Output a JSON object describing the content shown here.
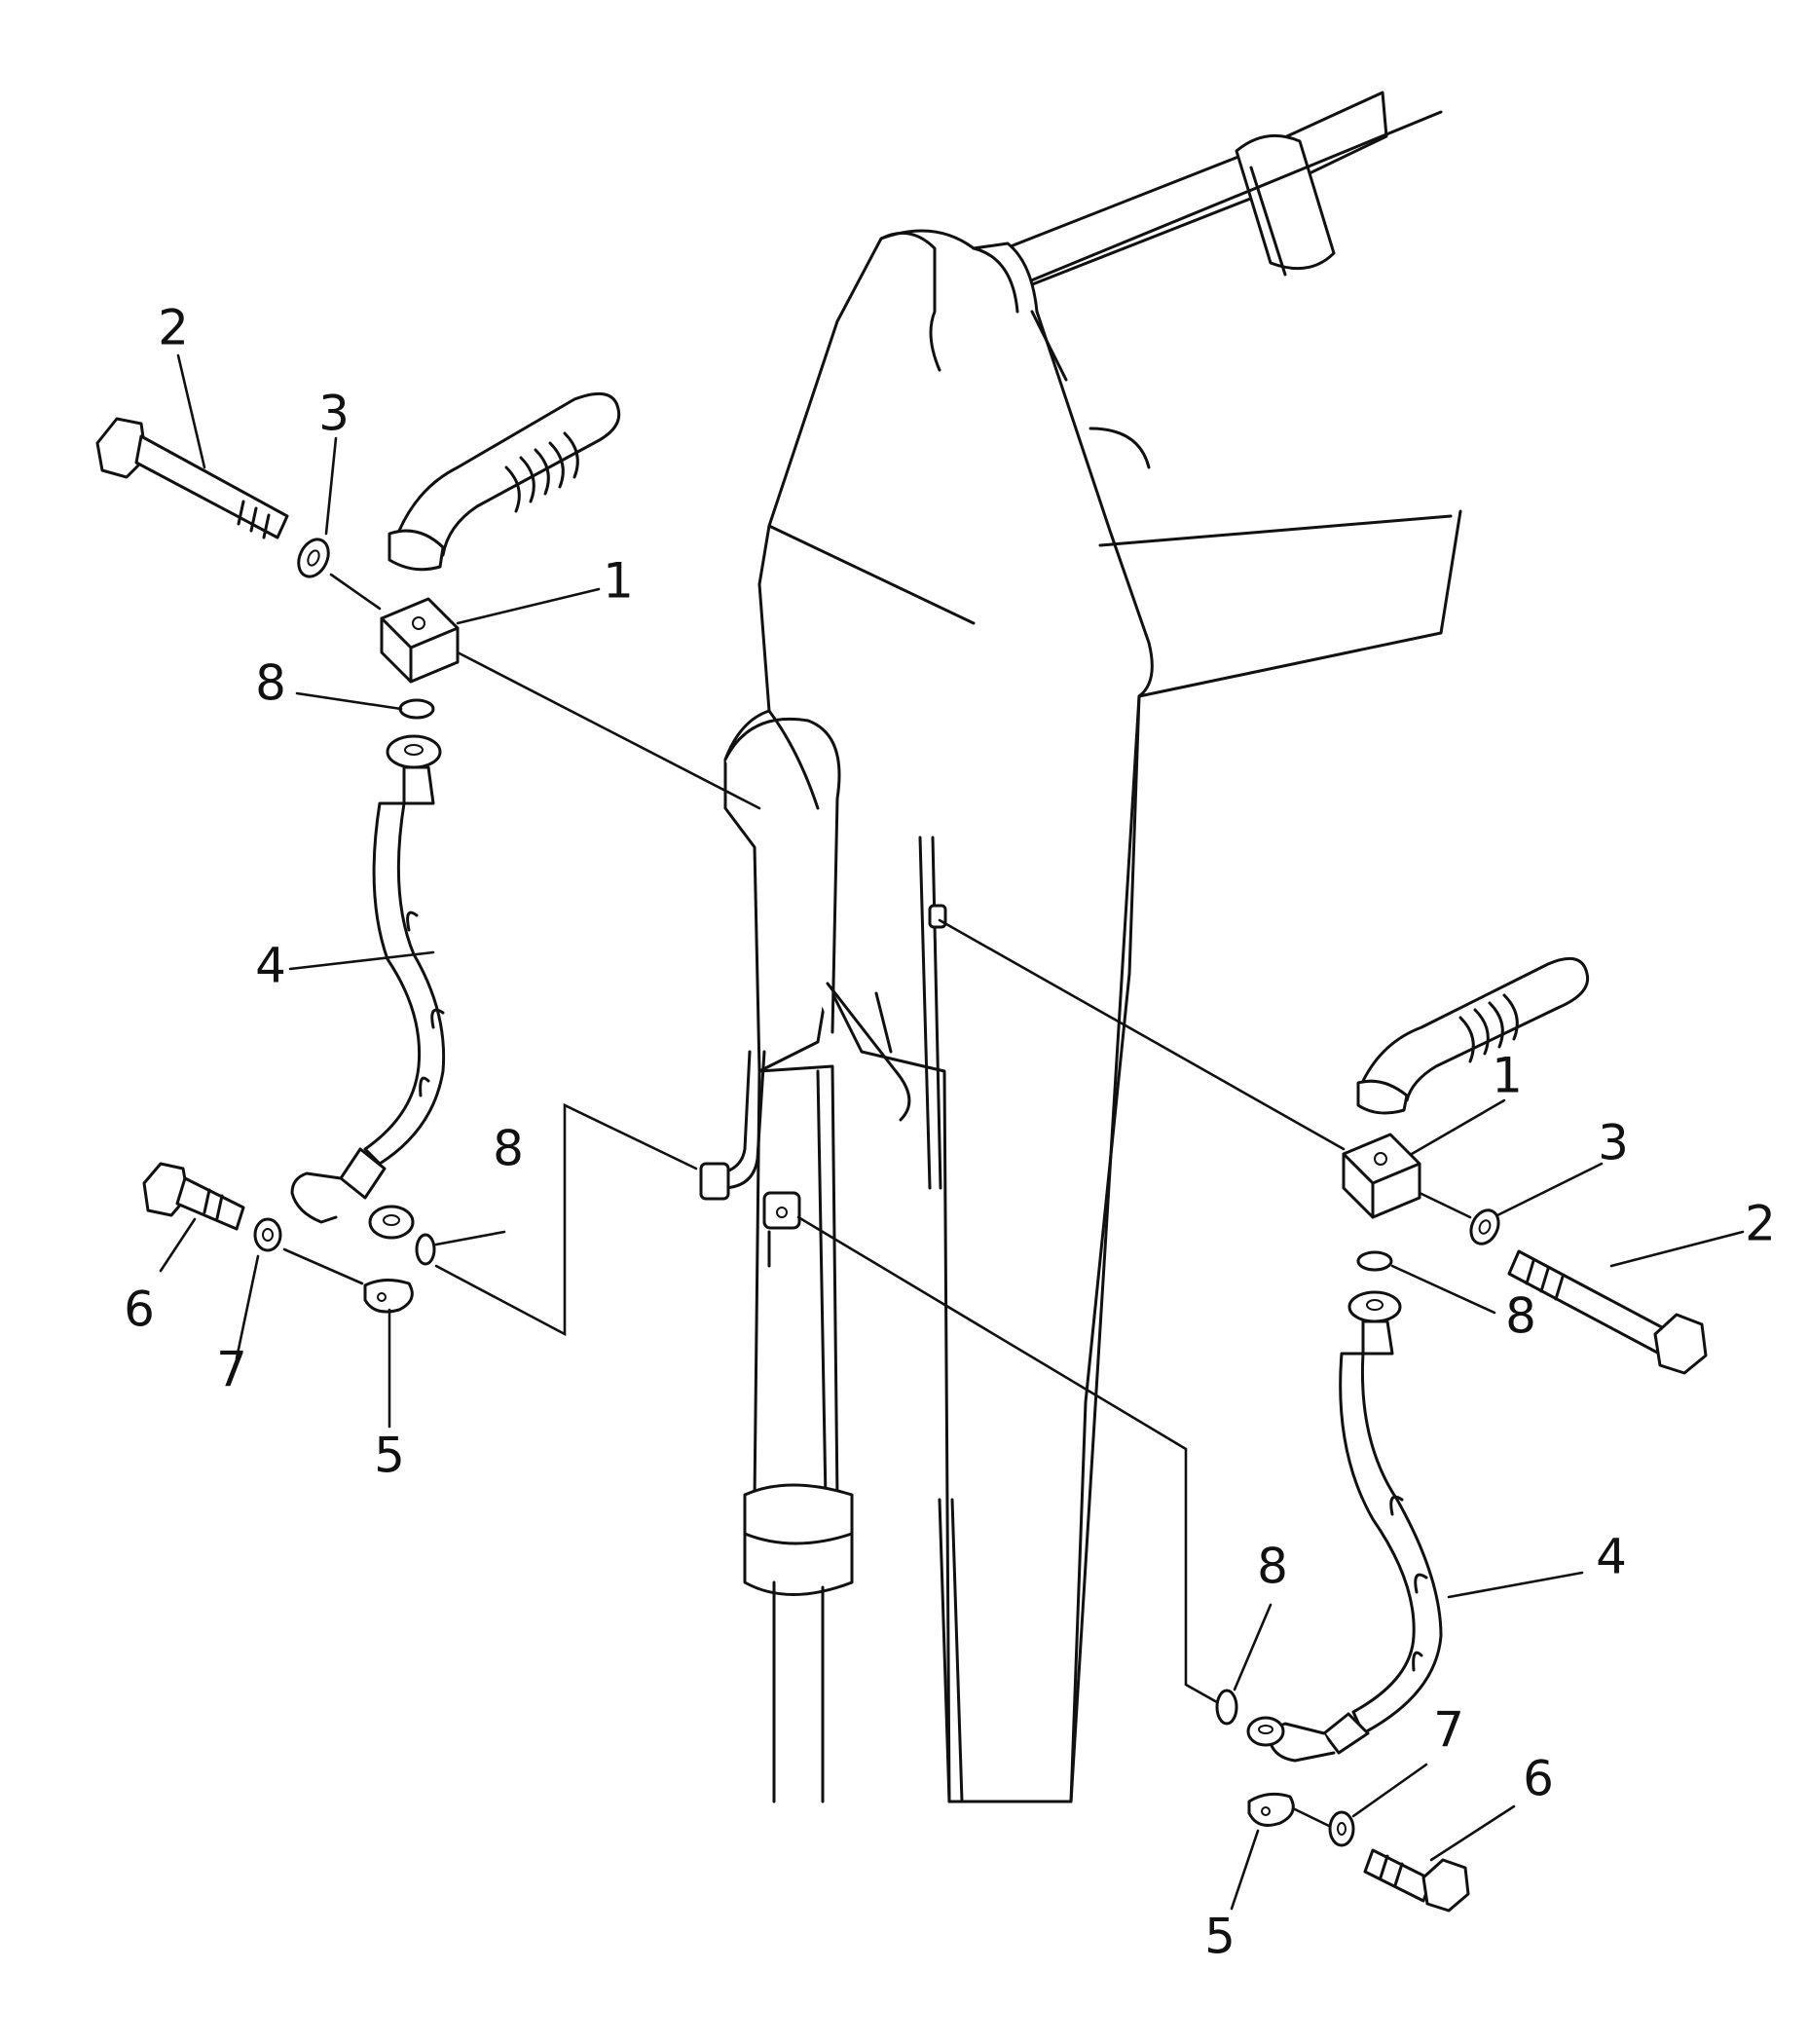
{
  "callouts": {
    "left": {
      "c2": "2",
      "c3": "3",
      "c1": "1",
      "c8_top": "8",
      "c4": "4",
      "c8_bottom": "8",
      "c6": "6",
      "c7": "7",
      "c5": "5"
    },
    "right": {
      "c1": "1",
      "c3": "3",
      "c2": "2",
      "c8_top": "8",
      "c4": "4",
      "c8_bottom": "8",
      "c7": "7",
      "c6": "6",
      "c5": "5"
    }
  }
}
